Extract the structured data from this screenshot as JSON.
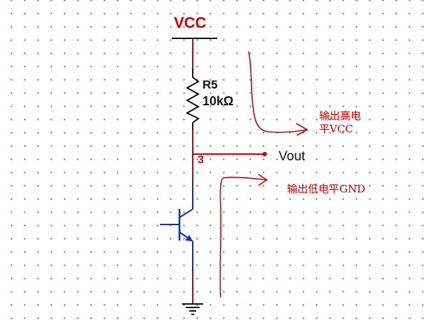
{
  "circuit": {
    "supply_label": "VCC",
    "resistor_name": "R5",
    "resistor_value": "10kΩ",
    "node_number": "3",
    "output_label": "Vout"
  },
  "annotations": {
    "high_line1": "输出高电",
    "high_line2": "平VCC",
    "low": "输出低电平GND"
  },
  "colors": {
    "wire": "#d40000",
    "transistor": "#0b2fb8",
    "text": "#111111",
    "grid_dot": "#5a5a5a"
  }
}
